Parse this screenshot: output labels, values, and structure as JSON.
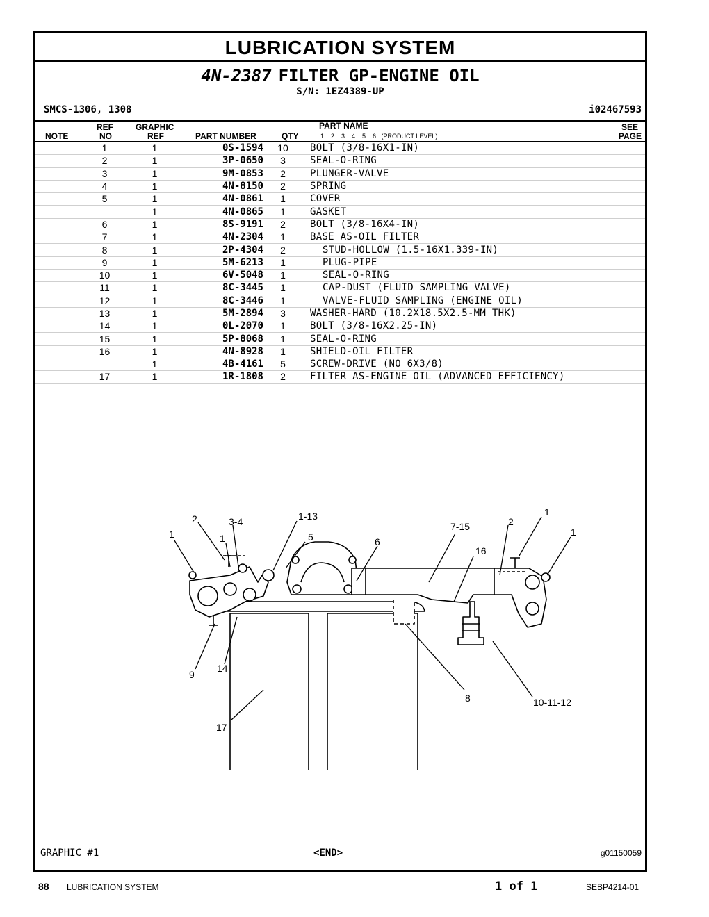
{
  "header": {
    "section_title": "LUBRICATION SYSTEM",
    "group_part_number": "4N-2387",
    "group_name": "FILTER GP-ENGINE OIL",
    "serial_range": "S/N: 1EZ4389-UP",
    "smcs": "SMCS-1306, 1308",
    "illustration_id": "i02467593"
  },
  "columns": {
    "note": "NOTE",
    "ref_top": "REF",
    "ref_bottom": "NO",
    "graphic_top": "GRAPHIC",
    "graphic_bottom": "REF",
    "part_number": "PART NUMBER",
    "qty": "QTY",
    "part_name": "PART NAME",
    "product_levels": "1    2    3    4    5    6   (PRODUCT LEVEL)",
    "see_top": "SEE",
    "see_bottom": "PAGE"
  },
  "parts": [
    {
      "ref": "1",
      "gref": "1",
      "pn": "0S-1594",
      "qty": "10",
      "name": "BOLT (3/8-16X1-IN)",
      "level": 1
    },
    {
      "ref": "2",
      "gref": "1",
      "pn": "3P-0650",
      "qty": "3",
      "name": "SEAL-O-RING",
      "level": 1
    },
    {
      "ref": "3",
      "gref": "1",
      "pn": "9M-0853",
      "qty": "2",
      "name": "PLUNGER-VALVE",
      "level": 1
    },
    {
      "ref": "4",
      "gref": "1",
      "pn": "4N-8150",
      "qty": "2",
      "name": "SPRING",
      "level": 1
    },
    {
      "ref": "5",
      "gref": "1",
      "pn": "4N-0861",
      "qty": "1",
      "name": "COVER",
      "level": 1
    },
    {
      "ref": "",
      "gref": "1",
      "pn": "4N-0865",
      "qty": "1",
      "name": "GASKET",
      "level": 1
    },
    {
      "ref": "6",
      "gref": "1",
      "pn": "8S-9191",
      "qty": "2",
      "name": "BOLT (3/8-16X4-IN)",
      "level": 1
    },
    {
      "ref": "7",
      "gref": "1",
      "pn": "4N-2304",
      "qty": "1",
      "name": "BASE AS-OIL FILTER",
      "level": 1
    },
    {
      "ref": "8",
      "gref": "1",
      "pn": "2P-4304",
      "qty": "2",
      "name": "STUD-HOLLOW (1.5-16X1.339-IN)",
      "level": 2
    },
    {
      "ref": "9",
      "gref": "1",
      "pn": "5M-6213",
      "qty": "1",
      "name": "PLUG-PIPE",
      "level": 2
    },
    {
      "ref": "10",
      "gref": "1",
      "pn": "6V-5048",
      "qty": "1",
      "name": "SEAL-O-RING",
      "level": 2
    },
    {
      "ref": "11",
      "gref": "1",
      "pn": "8C-3445",
      "qty": "1",
      "name": "CAP-DUST (FLUID SAMPLING VALVE)",
      "level": 2
    },
    {
      "ref": "12",
      "gref": "1",
      "pn": "8C-3446",
      "qty": "1",
      "name": "VALVE-FLUID SAMPLING (ENGINE OIL)",
      "level": 2
    },
    {
      "ref": "13",
      "gref": "1",
      "pn": "5M-2894",
      "qty": "3",
      "name": "WASHER-HARD (10.2X18.5X2.5-MM THK)",
      "level": 1
    },
    {
      "ref": "14",
      "gref": "1",
      "pn": "0L-2070",
      "qty": "1",
      "name": "BOLT (3/8-16X2.25-IN)",
      "level": 1
    },
    {
      "ref": "15",
      "gref": "1",
      "pn": "5P-8068",
      "qty": "1",
      "name": "SEAL-O-RING",
      "level": 1
    },
    {
      "ref": "16",
      "gref": "1",
      "pn": "4N-8928",
      "qty": "1",
      "name": "SHIELD-OIL FILTER",
      "level": 1
    },
    {
      "ref": "",
      "gref": "1",
      "pn": "4B-4161",
      "qty": "5",
      "name": "SCREW-DRIVE (NO 6X3/8)",
      "level": 1
    },
    {
      "ref": "17",
      "gref": "1",
      "pn": "1R-1808",
      "qty": "2",
      "name": "FILTER AS-ENGINE OIL (ADVANCED EFFICIENCY)",
      "level": 1
    }
  ],
  "callouts": {
    "c2a": "2",
    "c34": "3-4",
    "c113": "1-13",
    "c1a": "1",
    "c1b": "1",
    "c5": "5",
    "c6": "6",
    "c715": "7-15",
    "c2b": "2",
    "c1c": "1",
    "c1d": "1",
    "c16": "16",
    "c9": "9",
    "c14": "14",
    "c8": "8",
    "c101112": "10-11-12",
    "c17": "17"
  },
  "graphic_footer": {
    "graphic_label": "GRAPHIC #1",
    "end_label": "<END>",
    "graphic_number": "g01150059"
  },
  "footer": {
    "page_number": "88",
    "section": "LUBRICATION SYSTEM",
    "page_of": "1 of 1",
    "doc_number": "SEBP4214-01"
  }
}
